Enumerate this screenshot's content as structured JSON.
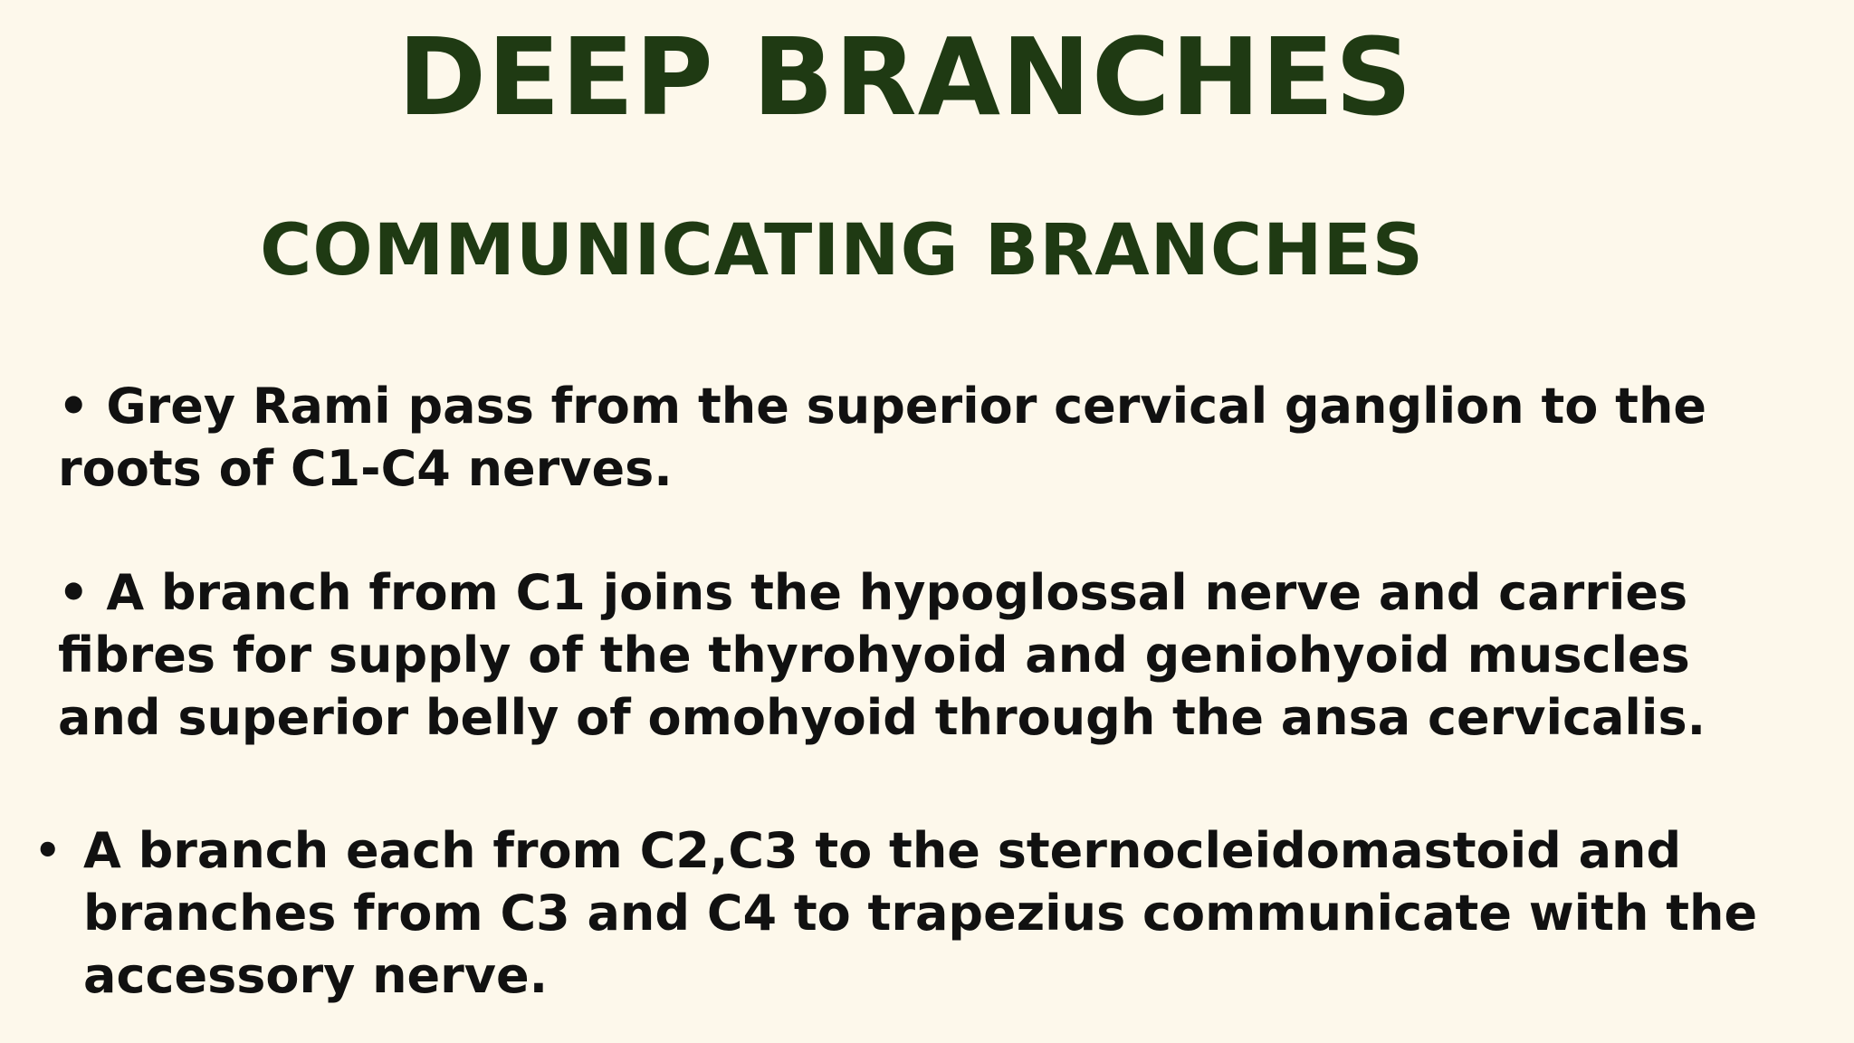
{
  "slide": {
    "title": "DEEP BRANCHES",
    "subtitle": "COMMUNICATING BRANCHES",
    "bullet_1": "• Grey Rami pass from the superior cervical ganglion to the roots of C1-C4 nerves.",
    "bullet_2": "• A branch from C1 joins the hypoglossal nerve and carries fibres for supply of the thyrohyoid and geniohyoid muscles and superior belly of omohyoid through the ansa cervicalis.",
    "bullet_3_marker": "•",
    "bullet_3": "A branch each from C2,C3 to the sternocleidomastoid and branches from C3 and C4 to trapezius communicate with the accessory nerve."
  },
  "colors": {
    "background": "#fdf8eb",
    "heading": "#1f3a13",
    "body_text": "#111111"
  }
}
